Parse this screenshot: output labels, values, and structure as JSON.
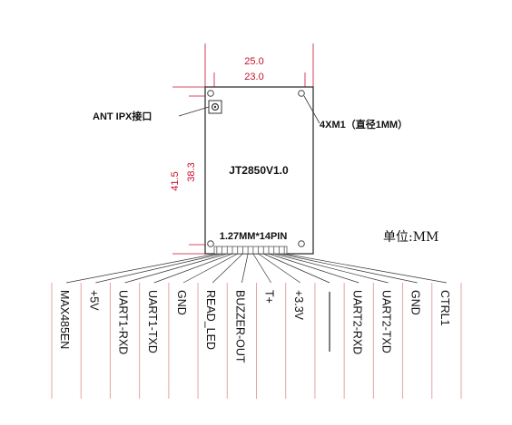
{
  "dimensions": {
    "outer_width": "25.0",
    "inner_width": "23.0",
    "outer_height": "41.5",
    "inner_height": "38.3"
  },
  "labels": {
    "antenna": "ANT IPX接口",
    "mount_holes": "4XM1（直径1MM）",
    "model": "JT2850V1.0",
    "header": "1.27MM*14PIN",
    "unit": "单位:MM"
  },
  "pins": [
    "MAX485EN",
    "+5V",
    "UART1-RXD",
    "UART1-TXD",
    "GND",
    "READ_LED",
    "BUZZER-OUT",
    "T+",
    "+3.3V",
    "——",
    "UART2-RXD",
    "UART2-TXD",
    "GND",
    "CTRL1"
  ],
  "colors": {
    "dimension": "#c8102e",
    "outline": "#333333",
    "divider": "#e3a5a5"
  }
}
